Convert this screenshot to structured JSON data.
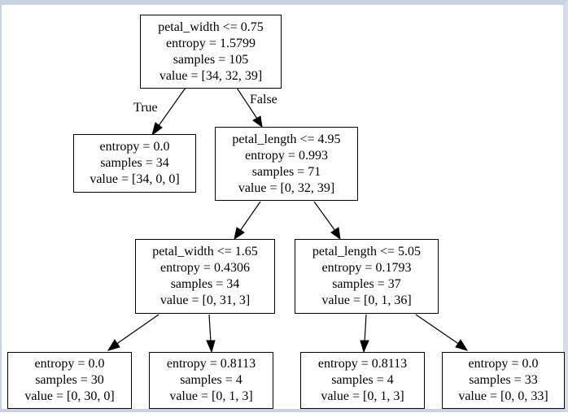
{
  "tree": {
    "nodes": [
      {
        "id": "root",
        "lines": [
          "petal_width <= 0.75",
          "entropy = 1.5799",
          "samples = 105",
          "value = [34, 32, 39]"
        ]
      },
      {
        "id": "n1",
        "lines": [
          "entropy = 0.0",
          "samples = 34",
          "value = [34, 0, 0]"
        ]
      },
      {
        "id": "n2",
        "lines": [
          "petal_length <= 4.95",
          "entropy = 0.993",
          "samples = 71",
          "value = [0, 32, 39]"
        ]
      },
      {
        "id": "n3",
        "lines": [
          "petal_width <= 1.65",
          "entropy = 0.4306",
          "samples = 34",
          "value = [0, 31, 3]"
        ]
      },
      {
        "id": "n4",
        "lines": [
          "petal_length <= 5.05",
          "entropy = 0.1793",
          "samples = 37",
          "value = [0, 1, 36]"
        ]
      },
      {
        "id": "n5",
        "lines": [
          "entropy = 0.0",
          "samples = 30",
          "value = [0, 30, 0]"
        ]
      },
      {
        "id": "n6",
        "lines": [
          "entropy = 0.8113",
          "samples = 4",
          "value = [0, 1, 3]"
        ]
      },
      {
        "id": "n7",
        "lines": [
          "entropy = 0.8113",
          "samples = 4",
          "value = [0, 1, 3]"
        ]
      },
      {
        "id": "n8",
        "lines": [
          "entropy = 0.0",
          "samples = 33",
          "value = [0, 0, 33]"
        ]
      }
    ],
    "edge_labels": {
      "true": "True",
      "false": "False"
    }
  }
}
